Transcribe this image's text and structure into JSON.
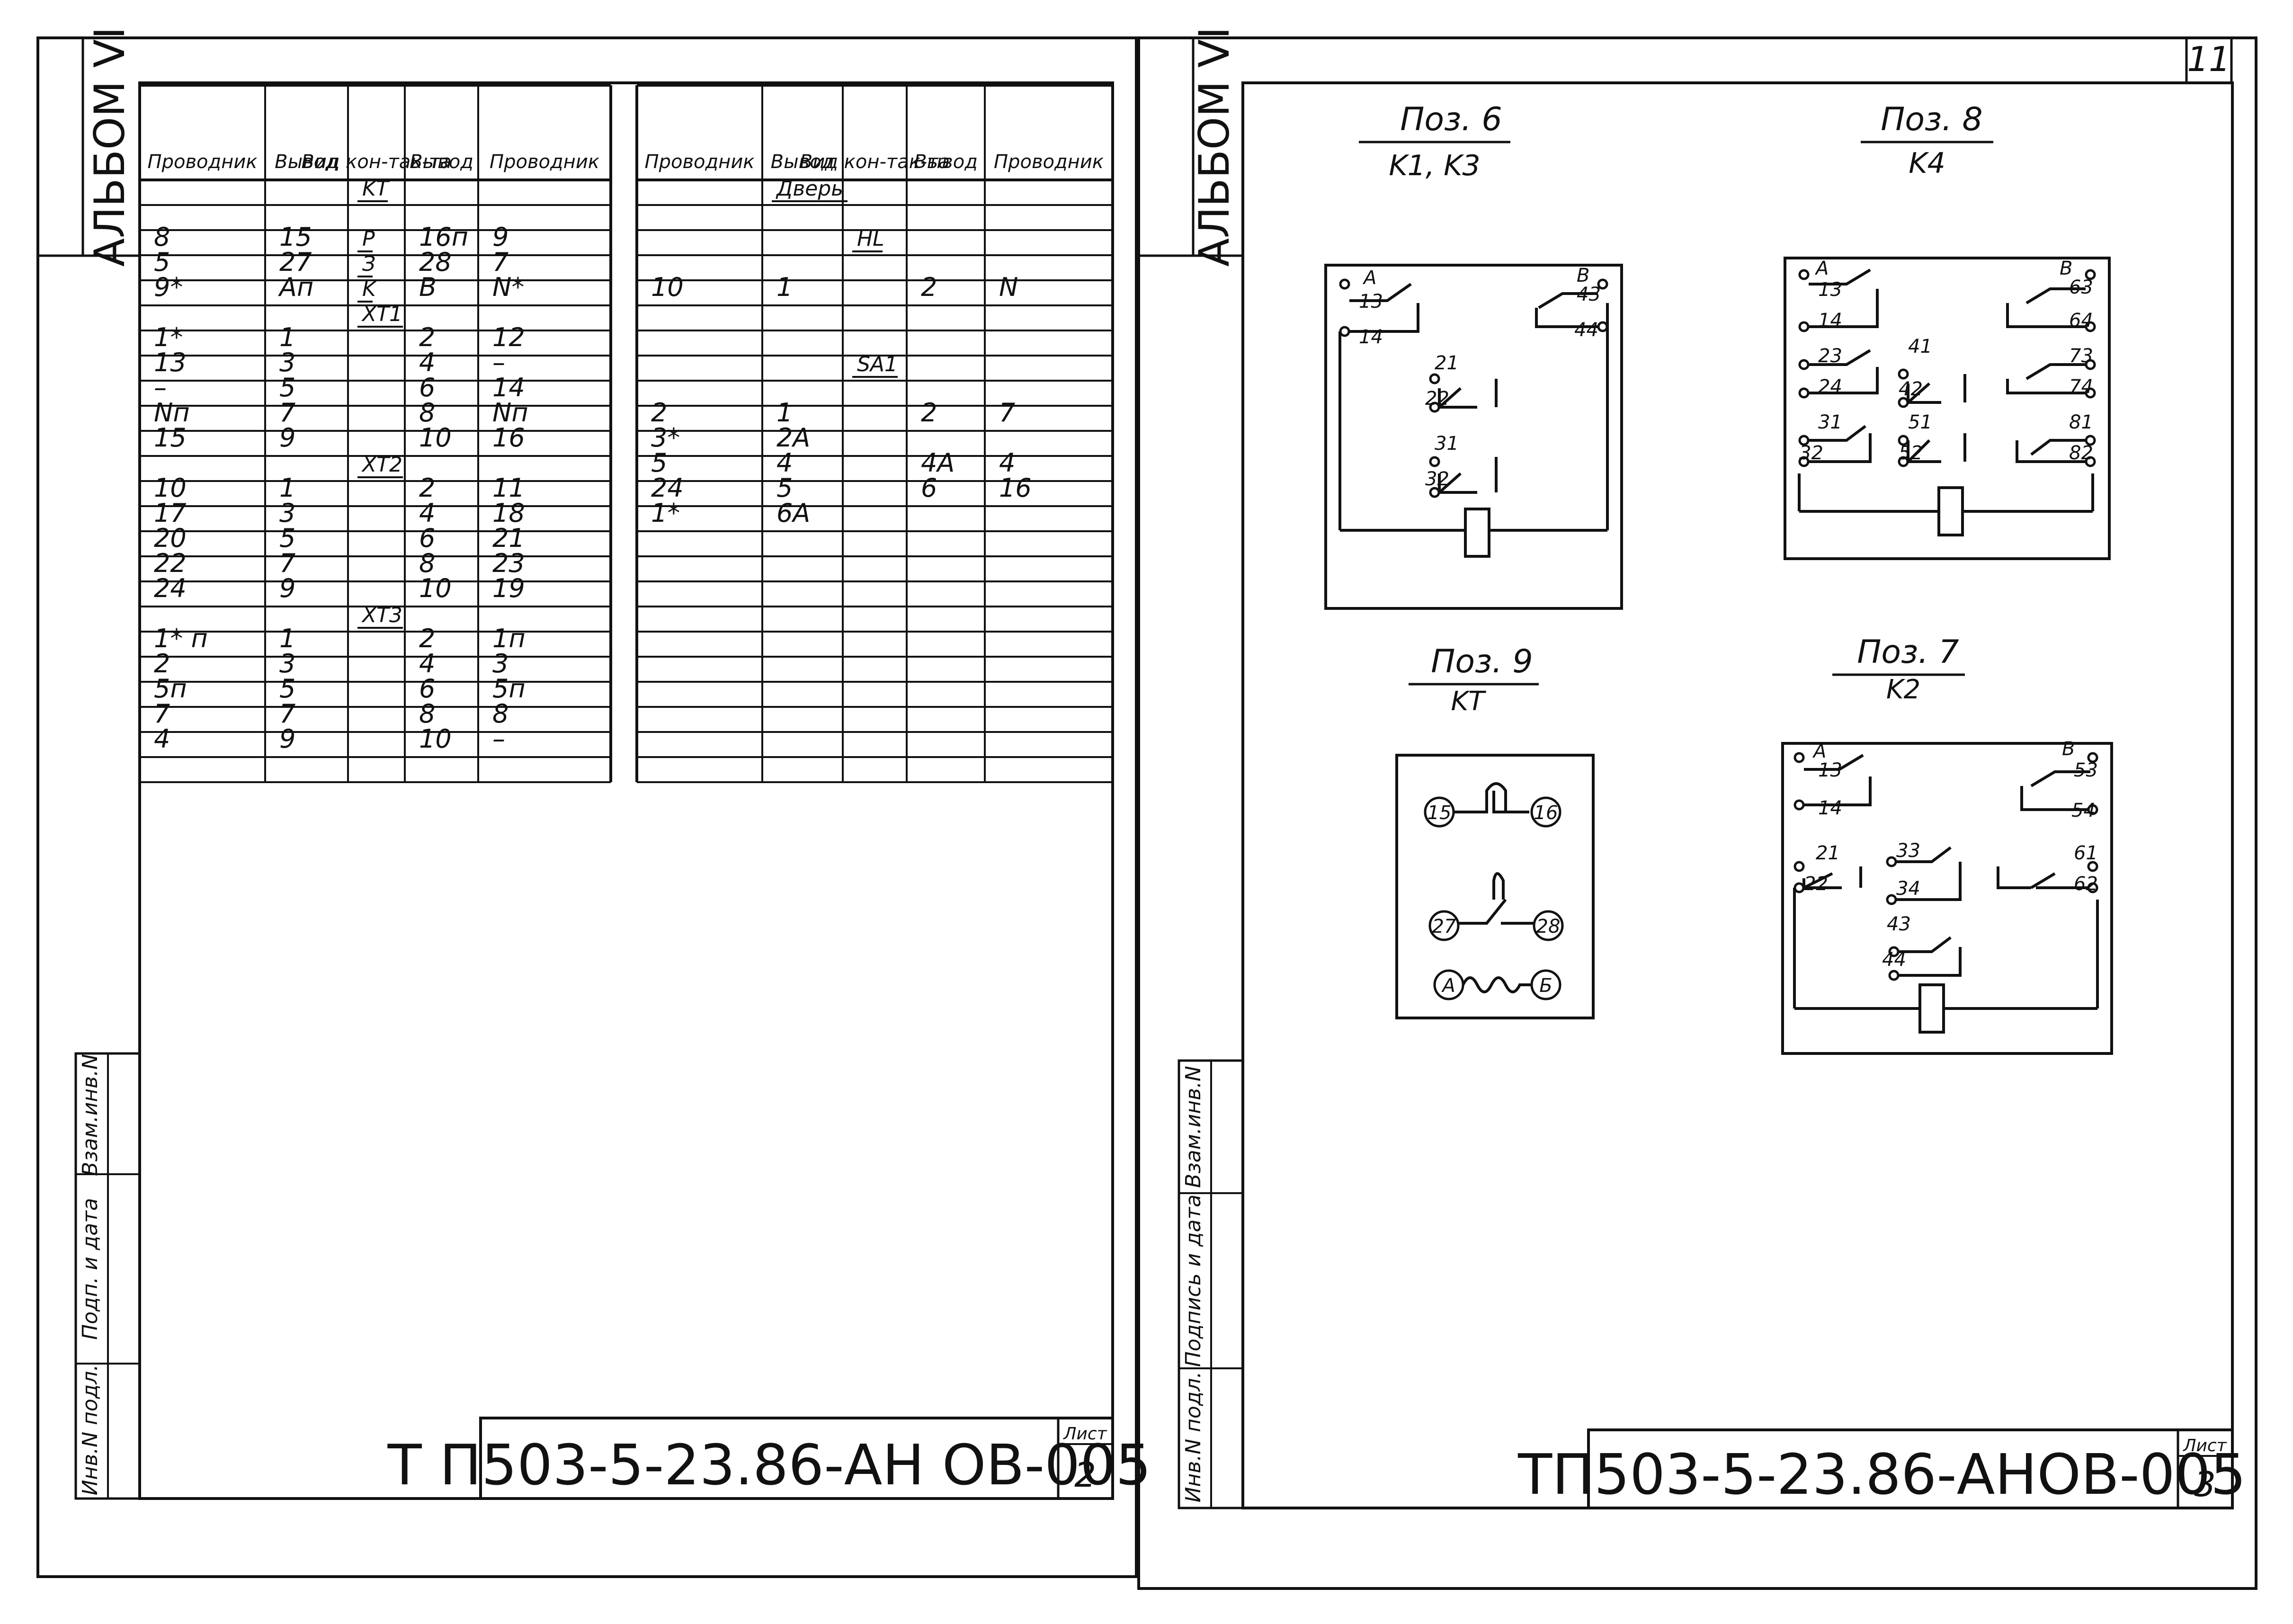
{
  "sheet_number": "11",
  "left": {
    "album": "АЛЬБОМ VI",
    "headers": [
      "Проводник",
      "Вывод",
      "Вид кон-так-та",
      "Вывод",
      "Проводник"
    ],
    "rows": [
      [
        "",
        "",
        "KT",
        "",
        ""
      ],
      [
        "",
        "",
        "",
        "",
        ""
      ],
      [
        "8",
        "15",
        "P",
        "16п",
        "9"
      ],
      [
        "5",
        "27",
        "З",
        "28",
        "7"
      ],
      [
        "9*",
        "Ап",
        "K",
        "B",
        "N*"
      ],
      [
        "",
        "",
        "XT1",
        "",
        ""
      ],
      [
        "1*",
        "1",
        "",
        "2",
        "12"
      ],
      [
        "13",
        "3",
        "",
        "4",
        "–"
      ],
      [
        "–",
        "5",
        "",
        "6",
        "14"
      ],
      [
        "Nп",
        "7",
        "",
        "8",
        "Nп"
      ],
      [
        "15",
        "9",
        "",
        "10",
        "16"
      ],
      [
        "",
        "",
        "XT2",
        "",
        ""
      ],
      [
        "10",
        "1",
        "",
        "2",
        "11"
      ],
      [
        "17",
        "3",
        "",
        "4",
        "18"
      ],
      [
        "20",
        "5",
        "",
        "6",
        "21"
      ],
      [
        "22",
        "7",
        "",
        "8",
        "23"
      ],
      [
        "24",
        "9",
        "",
        "10",
        "19"
      ],
      [
        "",
        "",
        "XT3",
        "",
        ""
      ],
      [
        "1* п",
        "1",
        "",
        "2",
        "1п"
      ],
      [
        "2",
        "3",
        "",
        "4",
        "3"
      ],
      [
        "5п",
        "5",
        "",
        "6",
        "5п"
      ],
      [
        "7",
        "7",
        "",
        "8",
        "8"
      ],
      [
        "4",
        "9",
        "",
        "10",
        "–"
      ],
      [
        "",
        "",
        "",
        "",
        ""
      ]
    ],
    "right_headers": [
      "Проводник",
      "Вывод",
      "Вид кон-так-та",
      "Вывод",
      "Проводник"
    ],
    "right_rows": [
      [
        "",
        "Дверь",
        "",
        "",
        ""
      ],
      [
        "",
        "",
        "",
        "",
        ""
      ],
      [
        "",
        "",
        "HL",
        "",
        ""
      ],
      [
        "",
        "",
        "",
        "",
        ""
      ],
      [
        "10",
        "1",
        "",
        "2",
        "N"
      ],
      [
        "",
        "",
        "",
        "",
        ""
      ],
      [
        "",
        "",
        "",
        "",
        ""
      ],
      [
        "",
        "",
        "SA1",
        "",
        ""
      ],
      [
        "",
        "",
        "",
        "",
        ""
      ],
      [
        "2",
        "1",
        "",
        "2",
        "7"
      ],
      [
        "3*",
        "2A",
        "",
        "",
        ""
      ],
      [
        "5",
        "4",
        "",
        "4A",
        "4"
      ],
      [
        "24",
        "5",
        "",
        "6",
        "16"
      ],
      [
        "1*",
        "6A",
        "",
        "",
        ""
      ],
      [
        "",
        "",
        "",
        "",
        ""
      ],
      [
        "",
        "",
        "",
        "",
        ""
      ],
      [
        "",
        "",
        "",
        "",
        ""
      ],
      [
        "",
        "",
        "",
        "",
        ""
      ],
      [
        "",
        "",
        "",
        "",
        ""
      ],
      [
        "",
        "",
        "",
        "",
        ""
      ],
      [
        "",
        "",
        "",
        "",
        ""
      ],
      [
        "",
        "",
        "",
        "",
        ""
      ],
      [
        "",
        "",
        "",
        "",
        ""
      ],
      [
        "",
        "",
        "",
        "",
        ""
      ]
    ],
    "side_labels": [
      "Взам.инв.N",
      "Подп. и дата",
      "Инв.N подл."
    ],
    "doc_code": "Т П503-5-23.86-АН ОВ-005",
    "sheet_label": "Лист",
    "sheet_value": "2"
  },
  "right": {
    "album": "АЛЬБОМ VI",
    "side_labels": [
      "Взам.инв.N",
      "Подпись и дата",
      "Инв.N подл."
    ],
    "pos6": {
      "title": "Поз. 6",
      "sub": "K1, K3",
      "terms": [
        "A",
        "13",
        "14",
        "B",
        "43",
        "44",
        "21",
        "22",
        "31",
        "32"
      ]
    },
    "pos8": {
      "title": "Поз. 8",
      "sub": "K4",
      "terms": [
        "A",
        "13",
        "14",
        "B",
        "63",
        "64",
        "23",
        "24",
        "41",
        "42",
        "73",
        "74",
        "31",
        "32",
        "51",
        "52",
        "81",
        "82"
      ]
    },
    "pos9": {
      "title": "Поз. 9",
      "sub": "KT",
      "terms": [
        "15",
        "16",
        "27",
        "28",
        "A",
        "Б"
      ]
    },
    "pos7": {
      "title": "Поз. 7",
      "sub": "K2",
      "terms": [
        "A",
        "13",
        "14",
        "B",
        "53",
        "54",
        "21",
        "22",
        "33",
        "34",
        "61",
        "62",
        "43",
        "44"
      ]
    },
    "doc_code": "ТП503-5-23.86-АНОВ-005",
    "sheet_label": "Лист",
    "sheet_value": "3"
  }
}
